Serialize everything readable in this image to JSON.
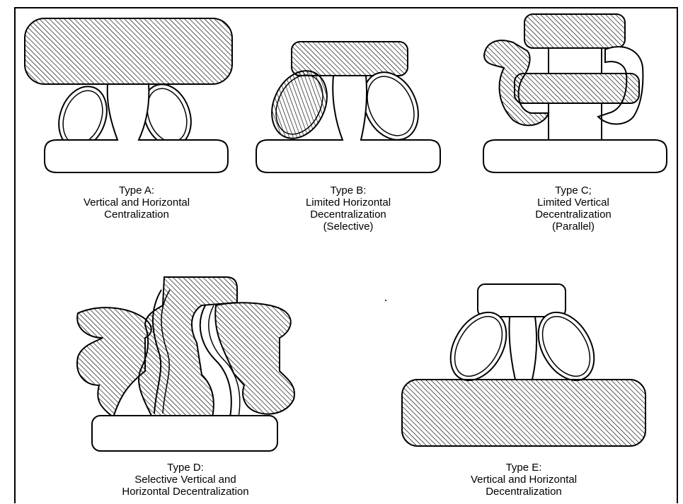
{
  "figure": {
    "types": [
      {
        "id": "a",
        "lines": [
          "Type A:",
          "Vertical and Horizontal",
          "Centralization"
        ]
      },
      {
        "id": "b",
        "lines": [
          "Type B:",
          "Limited Horizontal",
          "Decentralization",
          "(Selective)"
        ]
      },
      {
        "id": "c",
        "lines": [
          "Type C;",
          "Limited Vertical",
          "Decentralization",
          "(Parallel)"
        ]
      },
      {
        "id": "d",
        "lines": [
          "Type D:",
          "Selective Vertical and",
          "Horizontal Decentralization"
        ]
      },
      {
        "id": "e",
        "lines": [
          "Type E:",
          "Vertical and Horizontal",
          "Decentralization"
        ]
      }
    ]
  },
  "colors": {
    "ink": "#000000",
    "paper": "#ffffff"
  }
}
